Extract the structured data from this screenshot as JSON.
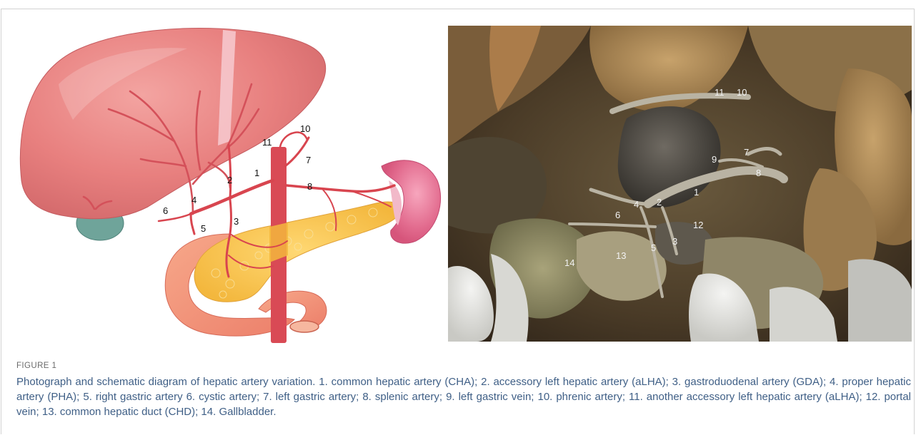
{
  "figure": {
    "label": "FIGURE 1",
    "caption": "Photograph and schematic diagram of hepatic artery variation. 1. common hepatic artery (CHA); 2. accessory left hepatic artery (aLHA); 3. gastroduodenal artery (GDA); 4. proper hepatic artery (PHA); 5. right gastric artery 6. cystic artery; 7. left gastric artery; 8. splenic artery; 9. left gastric vein; 10. phrenic artery; 11. another accessory left hepatic artery (aLHA); 12. portal vein; 13. common hepatic duct (CHD); 14. Gallbladder."
  },
  "schematic": {
    "labels": [
      "1",
      "2",
      "3",
      "4",
      "5",
      "6",
      "7",
      "8",
      "10",
      "11"
    ]
  },
  "photo": {
    "labels": [
      "1",
      "2",
      "3",
      "4",
      "5",
      "6",
      "7",
      "8",
      "9",
      "10",
      "11",
      "12",
      "13",
      "14"
    ]
  }
}
